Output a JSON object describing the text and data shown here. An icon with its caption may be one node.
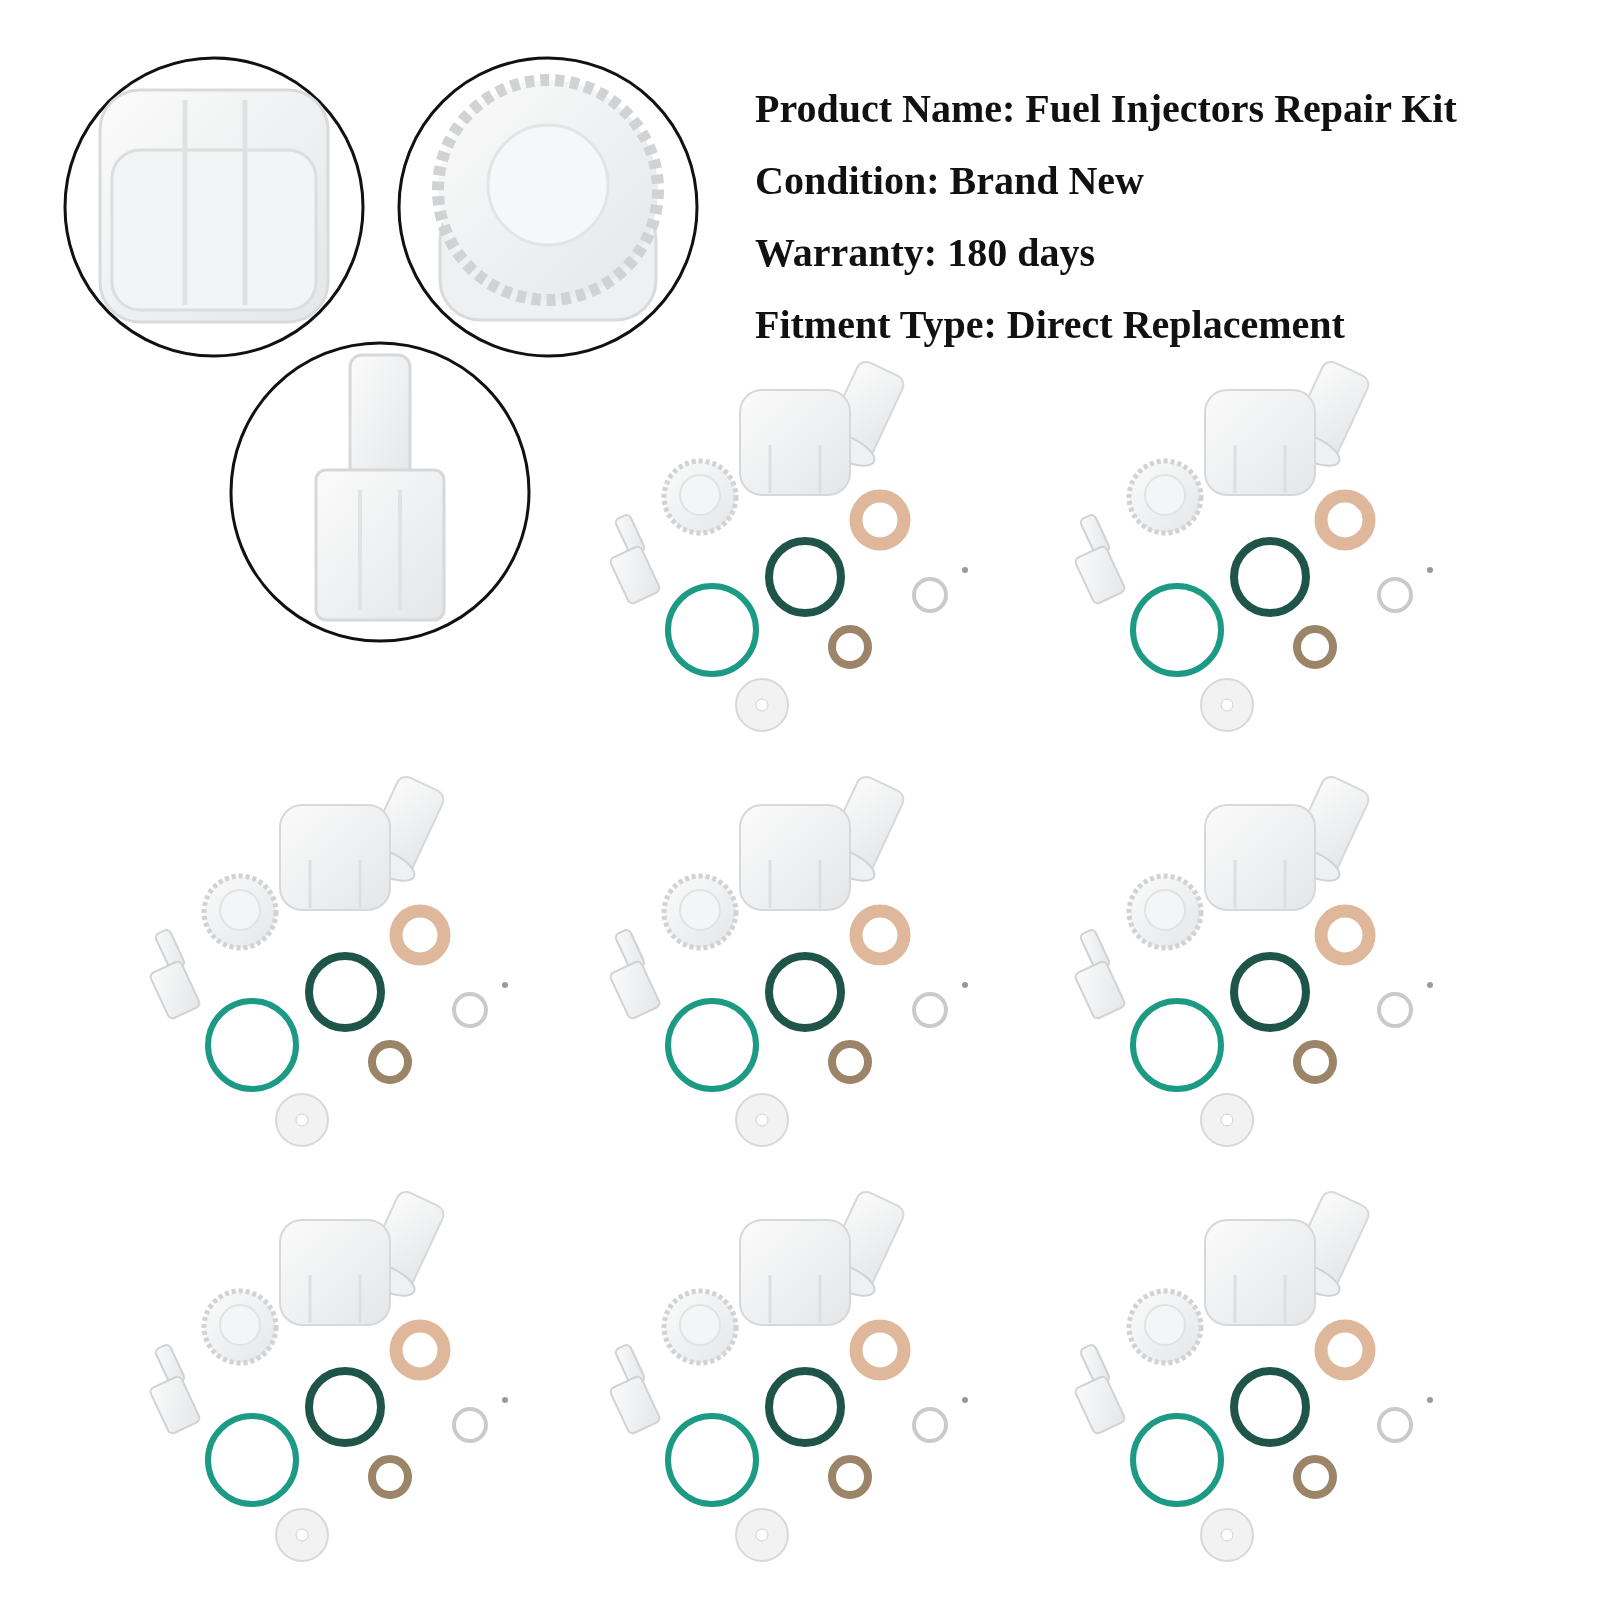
{
  "diagram": {
    "labels": [
      "Product Name: Fuel Injectors Repair Kit",
      "Condition: Brand New",
      "Warranty: 180 days",
      "Fitment Type: Direct Replacement"
    ]
  }
}
